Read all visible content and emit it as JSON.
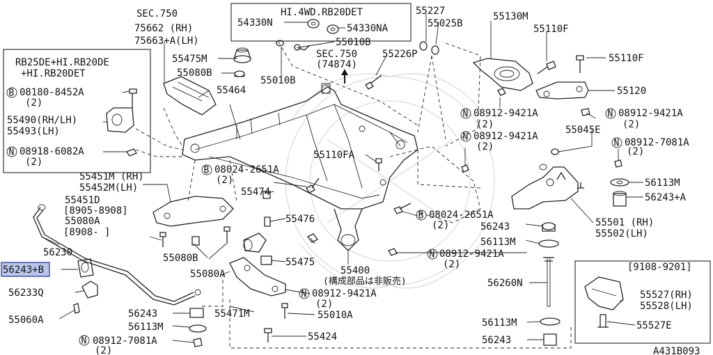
{
  "diagram_id": "A431B093",
  "boxes": {
    "left_variant": [
      "RB25DE+HI.RB20DE",
      "+HI.RB20DET"
    ],
    "top_variant": "HI.4WD.RB20DET",
    "right_variant": "[9108-9201]"
  },
  "labels": {
    "sec750_top": "SEC.750",
    "sec750_rh": "75662  (RH)",
    "sec750_lh": "75663+A(LH)",
    "sec750_mid": "SEC.750",
    "sec750_mid_ref": "(74874)",
    "p55475M": "55475M",
    "p55080B_a": "55080B",
    "p55464": "55464",
    "b08180": "08180-8452A",
    "b08180_q": "(2)",
    "p55490": "55490(RH/LH)",
    "p55493": "55493(LH)",
    "n08918": "08918-6082A",
    "n08918_q": "(2)",
    "p54330N": "54330N",
    "p54330NA": "54330NA",
    "p55010B_a": "55010B",
    "p55010B_b": "55010B",
    "p55227": "55227",
    "p55025B": "55025B",
    "p55226P": "55226P",
    "p55130M": "55130M",
    "p55110F_a": "55110F",
    "p55110F_b": "55110F",
    "p55120": "55120",
    "n08912_1": "08912-9421A",
    "n08912_1_q": "(2)",
    "n08912_2": "08912-9421A",
    "n08912_2_q": "(2)",
    "n08912_3": "08912-9421A",
    "n08912_3_q": "(2)",
    "p55045E": "55045E",
    "n08912_7081_r": "08912-7081A",
    "n08912_7081_r_q": "(2)",
    "p55110FA": "55110FA",
    "b08024_1": "08024-2651A",
    "b08024_1_q": "(2)",
    "p55451M": "55451M (RH)",
    "p55452M": "55452M(LH)",
    "p55451D": "55451D",
    "p55451D_d": "[8905-8908]",
    "p55080A_a": "55080A",
    "p55080A_d": "[8908-  ]",
    "p55474": "55474",
    "p55476": "55476",
    "p56230": "56230",
    "p56243B": "56243+B",
    "p56233Q": "56233Q",
    "p55060A": "55060A",
    "p55080B_b": "55080B",
    "p55080A_b": "55080A",
    "p55475": "55475",
    "p56243_l": "56243",
    "p56113M_l": "56113M",
    "n08912_7081_l": "08912-7081A",
    "n08912_7081_l_q": "(2)",
    "p55471M": "55471M",
    "p55400": "55400",
    "p55400_note": "(構成部品は非販売)",
    "n08912_4": "08912-9421A",
    "n08912_4_q": "(2)",
    "p55010A": "55010A",
    "p55424": "55424",
    "b08024_2": "08024-2651A",
    "b08024_2_q": "(2)",
    "p56243_m": "56243",
    "p56113M_m": "56113M",
    "n08912_5": "08912-9421A",
    "n08912_5_q": "(2)",
    "p56113M_r": "56113M",
    "p56243A": "56243+A",
    "p55501": "55501 (RH)",
    "p55502": "55502(LH)",
    "p56260N": "56260N",
    "p56113M_b": "56113M",
    "p56243_b": "56243",
    "p55527": "55527(RH)",
    "p55528": "55528(LH)",
    "p55527E": "55527E"
  },
  "circle_marks": {
    "b": "B",
    "n": "N"
  }
}
